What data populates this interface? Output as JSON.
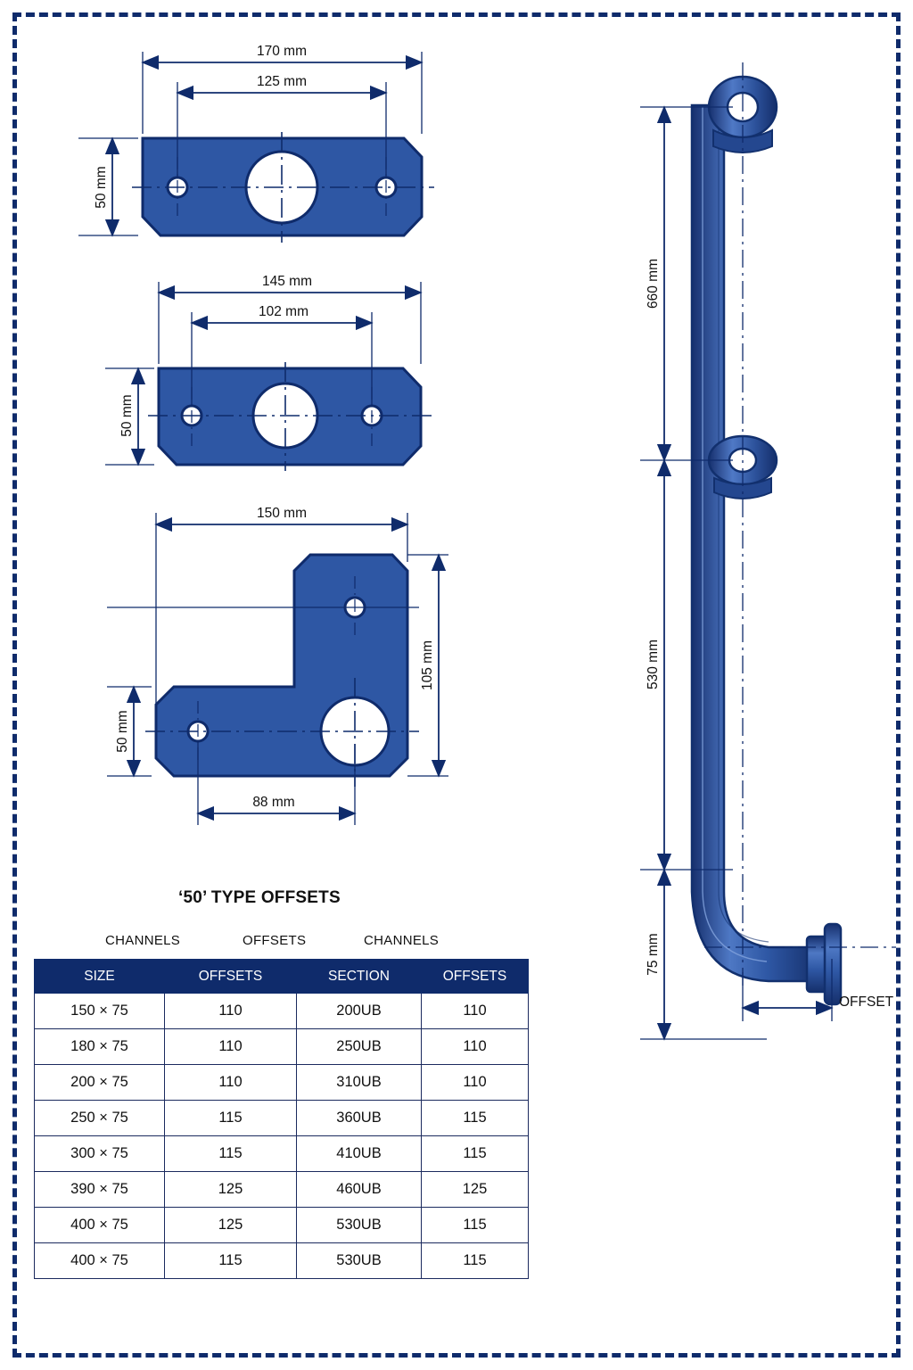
{
  "title": "‘50’ TYPE OFFSETS",
  "group_headers": [
    {
      "label": "CHANNELS"
    },
    {
      "label": "OFFSETS"
    },
    {
      "label": "CHANNELS"
    }
  ],
  "table": {
    "columns": [
      "SIZE",
      "OFFSETS",
      "SECTION",
      "OFFSETS"
    ],
    "rows": [
      [
        "150 × 75",
        "110",
        "200UB",
        "110"
      ],
      [
        "180 × 75",
        "110",
        "250UB",
        "110"
      ],
      [
        "200 × 75",
        "110",
        "310UB",
        "110"
      ],
      [
        "250 × 75",
        "115",
        "360UB",
        "115"
      ],
      [
        "300 × 75",
        "115",
        "410UB",
        "115"
      ],
      [
        "390 × 75",
        "125",
        "460UB",
        "125"
      ],
      [
        "400 × 75",
        "125",
        "530UB",
        "115"
      ],
      [
        "400 × 75",
        "115",
        "530UB",
        "115"
      ]
    ]
  },
  "views": {
    "plate_1": {
      "name": "straight-plate-170",
      "dims": {
        "overall_width": "170 mm",
        "hole_centres": "125 mm",
        "height": "50 mm"
      }
    },
    "plate_2": {
      "name": "straight-plate-145",
      "dims": {
        "overall_width": "145 mm",
        "hole_centres": "102 mm",
        "height": "50 mm"
      }
    },
    "plate_3": {
      "name": "angle-plate-150",
      "dims": {
        "overall_width": "150 mm",
        "height_left": "50 mm",
        "height_right": "105 mm",
        "hole_centres": "88 mm"
      }
    },
    "pipe": {
      "name": "offset-pipe-assembly",
      "dims": {
        "top_length": "660 mm",
        "mid_length": "530 mm",
        "bottom_rise": "75 mm"
      },
      "offset_label": "OFFSET"
    }
  },
  "colors": {
    "ink": "#0f2b6b",
    "fill_mid": "#2e57a4",
    "fill_dark": "#1c3c80",
    "fill_light": "#4a74c0",
    "text": "#111111",
    "white": "#ffffff"
  }
}
